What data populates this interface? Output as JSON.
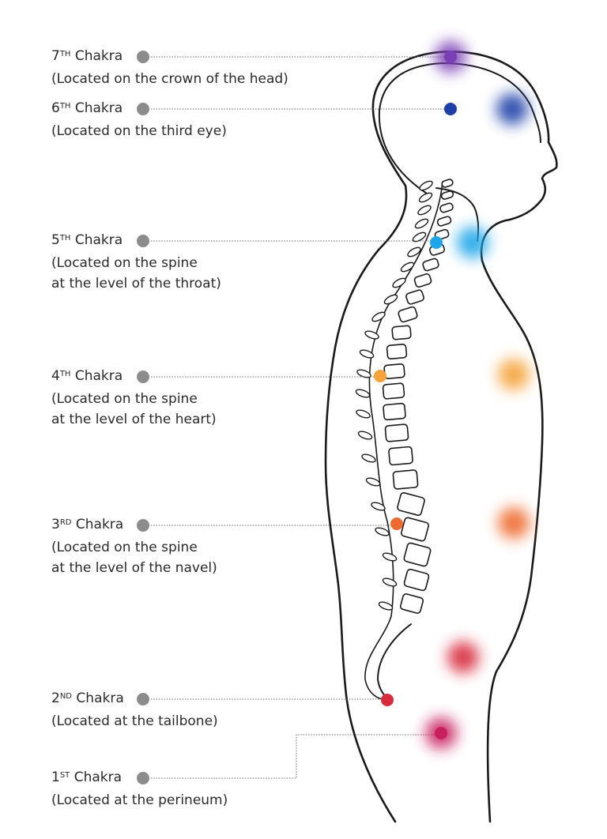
{
  "colors": {
    "crown": "#7b3fb5",
    "third_eye": "#1f3fa8",
    "throat": "#1fa6e8",
    "heart": "#f5a33a",
    "navel": "#ee6a2f",
    "tailbone": "#d82c3c",
    "perineum": "#c8205f",
    "label_dot": "#8c8c8c",
    "outline": "#1a1a1a"
  },
  "chakras": [
    {
      "num": "7",
      "suffix": "TH",
      "word": "Chakra",
      "desc": [
        "(Located on the crown of the head)"
      ]
    },
    {
      "num": "6",
      "suffix": "TH",
      "word": "Chakra",
      "desc": [
        "(Located on the third eye)"
      ]
    },
    {
      "num": "5",
      "suffix": "TH",
      "word": "Chakra",
      "desc": [
        "(Located on the spine",
        "at the level of the throat)"
      ]
    },
    {
      "num": "4",
      "suffix": "TH",
      "word": "Chakra",
      "desc": [
        "(Located on the spine",
        "at the level of the heart)"
      ]
    },
    {
      "num": "3",
      "suffix": "RD",
      "word": "Chakra",
      "desc": [
        "(Located on the spine",
        "at the level of the navel)"
      ]
    },
    {
      "num": "2",
      "suffix": "ND",
      "word": "Chakra",
      "desc": [
        "(Located at the tailbone)"
      ]
    },
    {
      "num": "1",
      "suffix": "ST",
      "word": "Chakra",
      "desc": [
        "(Located at the perineum)"
      ]
    }
  ]
}
